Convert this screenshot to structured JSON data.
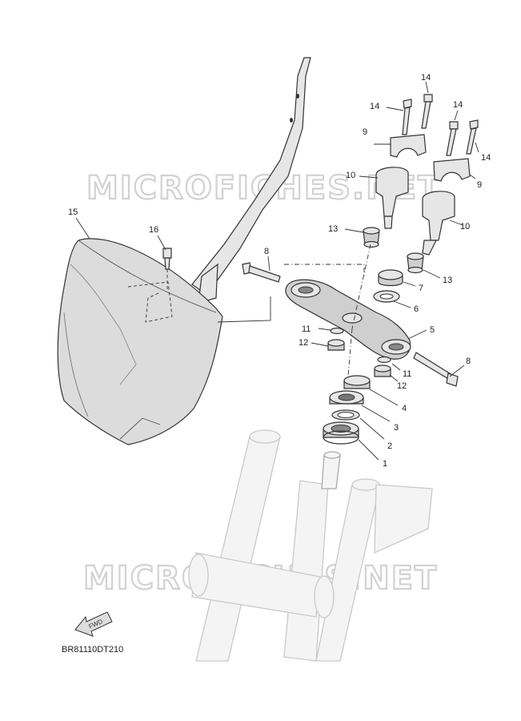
{
  "watermarks": [
    "MICROFICHES.NET",
    "MICROFICHES.NET"
  ],
  "diagram_code": "BR81110DT210",
  "fwd_label": "FWD",
  "callouts": {
    "c1": "1",
    "c2": "2",
    "c3": "3",
    "c4": "4",
    "c5": "5",
    "c6": "6",
    "c7": "7",
    "c8a": "8",
    "c8b": "8",
    "c9a": "9",
    "c9b": "9",
    "c10a": "10",
    "c10b": "10",
    "c11a": "11",
    "c11b": "11",
    "c12a": "12",
    "c12b": "12",
    "c13a": "13",
    "c13b": "13",
    "c14a": "14",
    "c14b": "14",
    "c14c": "14",
    "c14d": "14",
    "c15": "15",
    "c16": "16"
  }
}
